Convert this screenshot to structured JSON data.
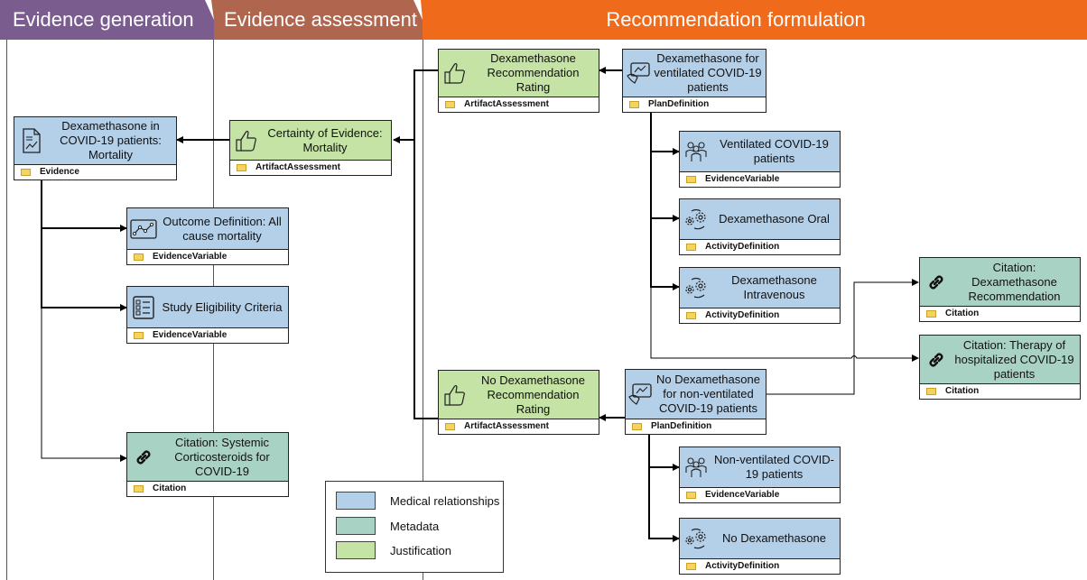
{
  "headers": {
    "generation": {
      "label": "Evidence generation",
      "color": "#7b5c8f"
    },
    "assessment": {
      "label": "Evidence assessment",
      "color": "#b0664e"
    },
    "formulation": {
      "label": "Recommendation formulation",
      "color": "#f06a1c"
    }
  },
  "colors": {
    "medical": "#b4cfe8",
    "metadata": "#a8d3c4",
    "justification": "#c4e3a4"
  },
  "nodes": {
    "evidence_mortality": {
      "label": "Dexamethasone in COVID-19 patients: Mortality",
      "type": "Evidence",
      "icon": "document-chart-icon"
    },
    "outcome_definition": {
      "label": "Outcome Definition: All cause mortality",
      "type": "EvidenceVariable",
      "icon": "line-chart-icon"
    },
    "study_eligibility": {
      "label": "Study Eligibility Criteria",
      "type": "EvidenceVariable",
      "icon": "checklist-icon"
    },
    "citation_systemic": {
      "label": "Citation: Systemic Corticosteroids for COVID-19",
      "type": "Citation",
      "icon": "link-icon"
    },
    "certainty_mortality": {
      "label": "Certainty of Evidence: Mortality",
      "type": "ArtifactAssessment",
      "icon": "thumbs-up-icon"
    },
    "dexa_rating": {
      "label": "Dexamethasone Recommendation Rating",
      "type": "ArtifactAssessment",
      "icon": "thumbs-up-icon"
    },
    "no_dexa_rating": {
      "label": "No Dexamethasone Recommendation Rating",
      "type": "ArtifactAssessment",
      "icon": "thumbs-up-icon"
    },
    "plan_ventilated": {
      "label": "Dexamethasone for ventilated COVID-19 patients",
      "type": "PlanDefinition",
      "icon": "plan-icon"
    },
    "plan_non_ventilated": {
      "label": "No Dexamethasone for non-ventilated COVID-19 patients",
      "type": "PlanDefinition",
      "icon": "plan-icon"
    },
    "ventilated_patients": {
      "label": "Ventilated COVID-19 patients",
      "type": "EvidenceVariable",
      "icon": "people-icon"
    },
    "dexa_oral": {
      "label": "Dexamethasone Oral",
      "type": "ActivityDefinition",
      "icon": "gears-icon"
    },
    "dexa_iv": {
      "label": "Dexamethasone Intravenous",
      "type": "ActivityDefinition",
      "icon": "gears-icon"
    },
    "non_ventilated_patients": {
      "label": "Non-ventilated COVID-19 patients",
      "type": "EvidenceVariable",
      "icon": "people-icon"
    },
    "no_dexa": {
      "label": "No Dexamethasone",
      "type": "ActivityDefinition",
      "icon": "gears-icon"
    },
    "citation_recommendation": {
      "label": "Citation: Dexamethasone Recommendation",
      "type": "Citation",
      "icon": "link-icon"
    },
    "citation_therapy": {
      "label": "Citation: Therapy of hospitalized COVID-19 patients",
      "type": "Citation",
      "icon": "link-icon"
    }
  },
  "legend": [
    {
      "label": "Medical relationships",
      "color": "#b4cfe8"
    },
    {
      "label": "Metadata",
      "color": "#a8d3c4"
    },
    {
      "label": "Justification",
      "color": "#c4e3a4"
    }
  ]
}
